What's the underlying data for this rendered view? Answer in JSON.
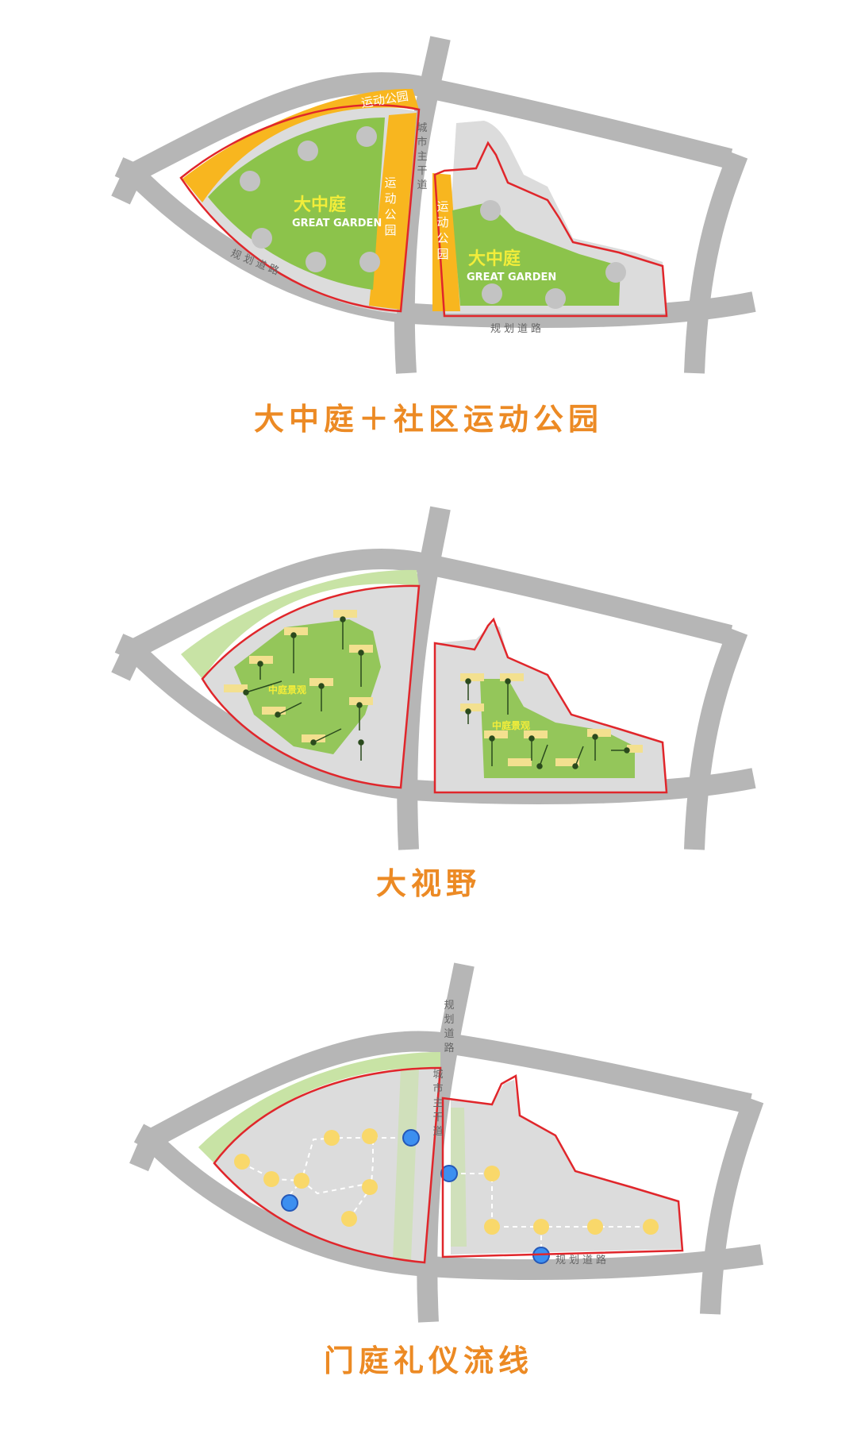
{
  "colors": {
    "road": "#b6b6b6",
    "site": "#dcdcdc",
    "boundary": "#e0262b",
    "garden": "#8cc34b",
    "light_green": "#c8e3a5",
    "sport": "#f8b61f",
    "caption": "#ec8a24",
    "path_node": "#f9d86a",
    "entrance": "#3c8ff0",
    "building": "#f3e08f"
  },
  "panel1": {
    "caption": "大中庭＋社区运动公园",
    "road_main": "城市主干道",
    "road_plan_left": "规划道路",
    "road_plan_right": "规划道路",
    "sport_top": "运动公园",
    "sport_mid": "运动公园",
    "sport_right": "运动公园",
    "garden_left_cn": "大中庭",
    "garden_left_en": "GREAT GARDEN",
    "garden_right_cn": "大中庭",
    "garden_right_en": "GREAT GARDEN"
  },
  "panel2": {
    "caption": "大视野",
    "landscape_left": "中庭景观",
    "landscape_right": "中庭景观"
  },
  "panel3": {
    "caption": "门庭礼仪流线",
    "road_plan": "规划道路",
    "road_main": "城市主干道",
    "road_bottom": "规划道路"
  }
}
